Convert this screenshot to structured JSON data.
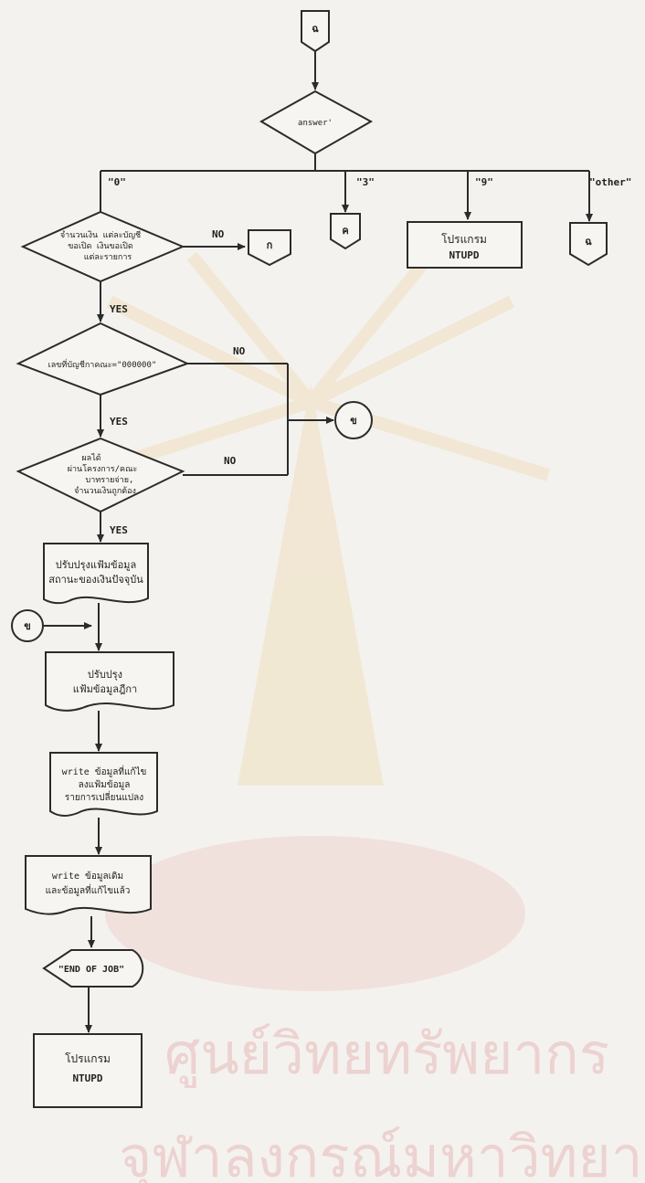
{
  "watermark": {
    "line1": "ศูนย์วิทยทรัพยากร",
    "line2": "จุฬาลงกรณ์มหาวิทยาลัย",
    "color": "#e6b8b8"
  },
  "connectors": {
    "top": "ฉ",
    "branch_3": "ค",
    "other": "ฉ",
    "no1": "ก",
    "mid": "ข",
    "mid2": "ข"
  },
  "decisions": {
    "answer": "answer'",
    "d1_line1": "จำนวนเงิน แต่ละบัญชี",
    "d1_line2": "ขอเปิด   เงินขอเปิด",
    "d1_line3": "แต่ละรายการ",
    "d2": "เลขที่บัญชีกาคณะ=\"000000\"",
    "d3_line1": "ผลได้",
    "d3_line2": "ผ่านโครงการ/คณะ",
    "d3_line3": "บาทรายจ่าย,",
    "d3_line4": "จำนวนเงินถูกต้อง"
  },
  "branches": {
    "b0": "\"0\"",
    "b3": "\"3\"",
    "b9": "\"9\"",
    "other": "\"other\""
  },
  "labels": {
    "no": "NO",
    "yes": "YES"
  },
  "boxes": {
    "program1_line1": "โปรแกรม",
    "program1_line2": "NTUPD",
    "program2_line1": "โปรแกรม",
    "program2_line2": "NTUPD"
  },
  "documents": {
    "doc1_line1": "ปรับปรุงแฟ้มข้อมูล",
    "doc1_line2": "สถานะของเงินปัจจุบัน",
    "doc2_line1": "ปรับปรุง",
    "doc2_line2": "แฟ้มข้อมูลฎีกา",
    "doc3_line1": "write ข้อมูลที่แก้ไข",
    "doc3_line2": "ลงแฟ้มข้อมูล",
    "doc3_line3": "รายการเปลี่ยนแปลง",
    "doc4_line1": "write ข้อมูลเดิม",
    "doc4_line2": "และข้อมูลที่แก้ไขแล้ว"
  },
  "display": {
    "end": "\"END OF JOB\""
  }
}
